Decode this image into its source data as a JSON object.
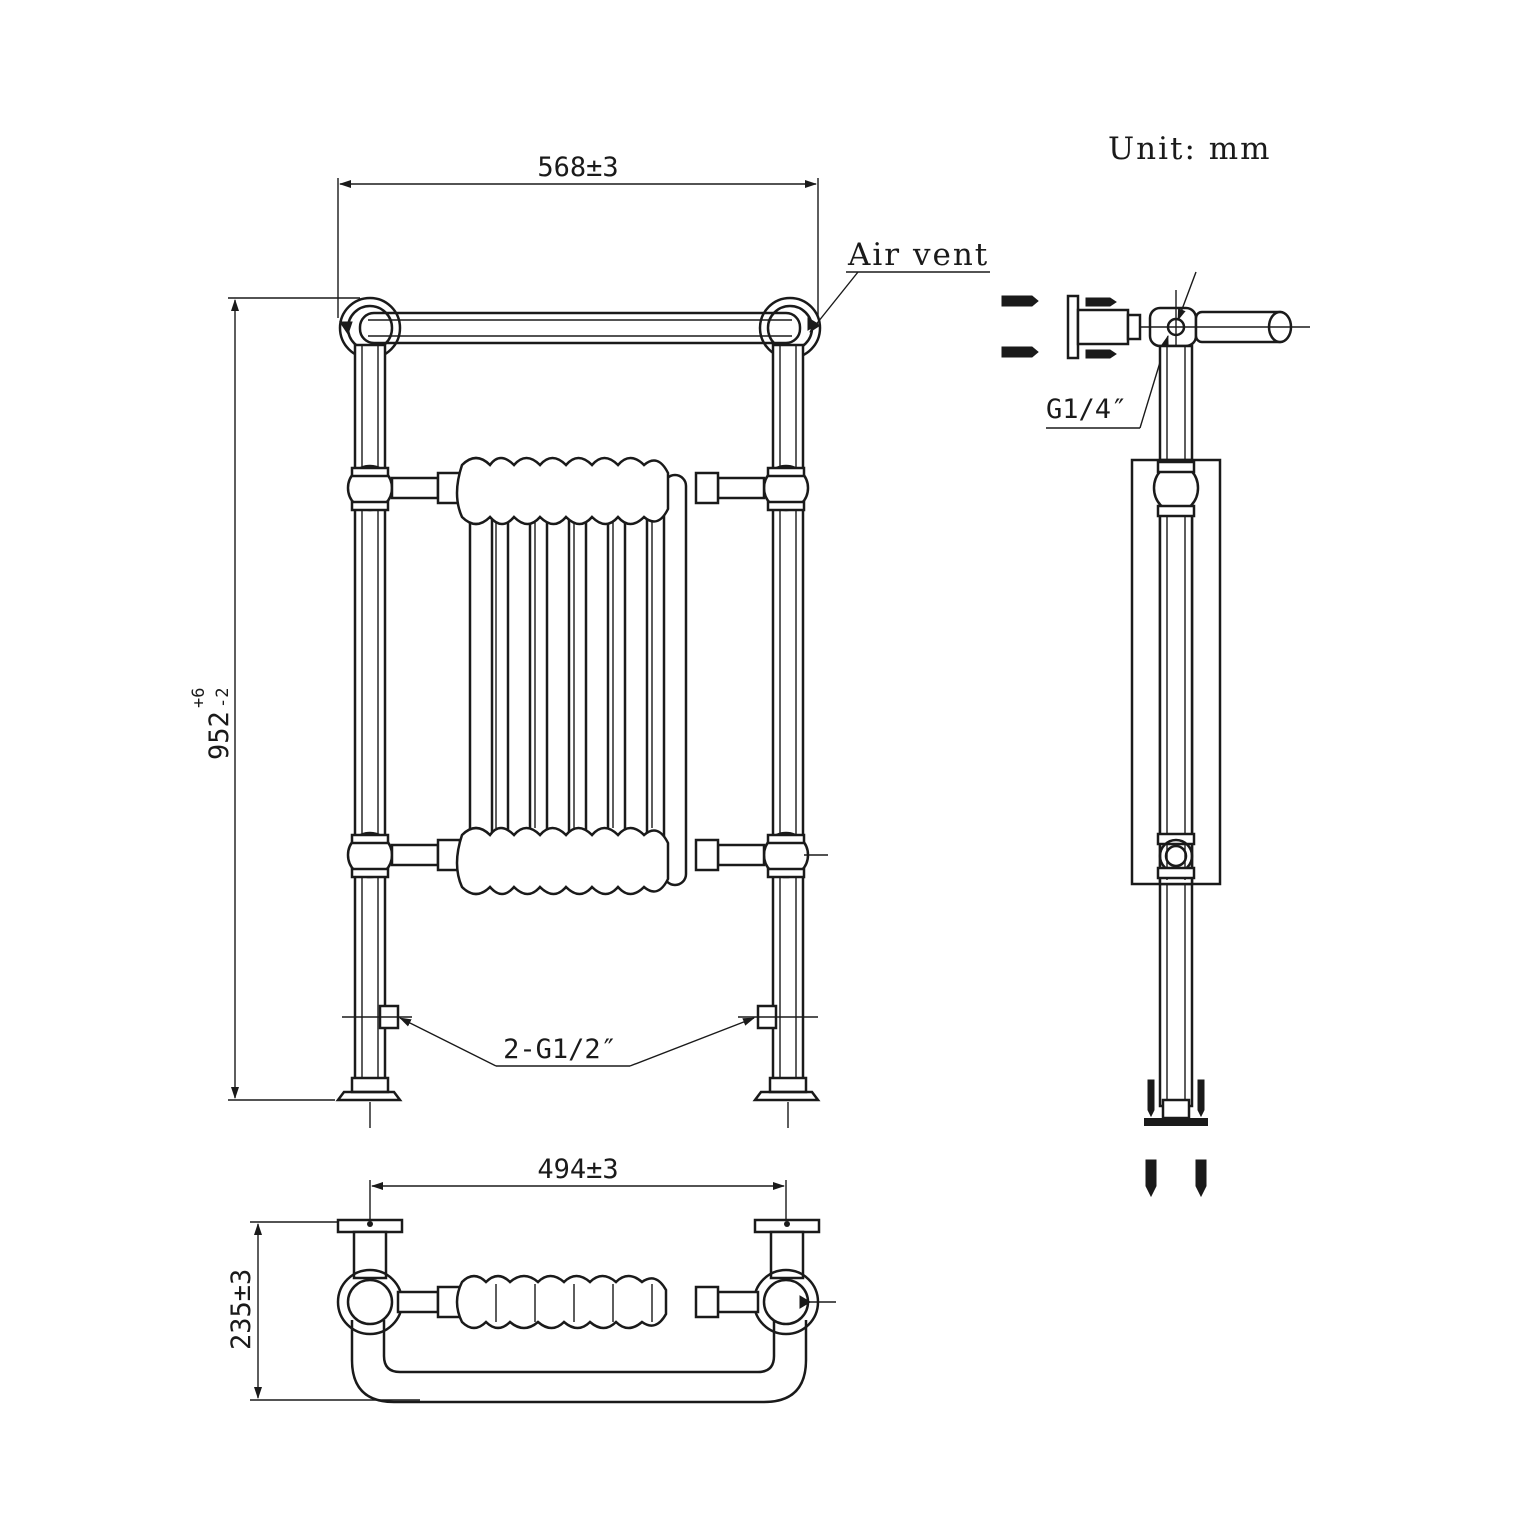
{
  "unit_label": "Unit: mm",
  "front_view": {
    "width_dimension": "568±3",
    "height_dimension": "952",
    "height_tolerance_upper": "+6",
    "height_tolerance_lower": "-2",
    "air_vent_label": "Air vent",
    "inlet_label": "2-G1/2″"
  },
  "side_view": {
    "vent_thread_label": "G1/4″"
  },
  "top_view": {
    "width_dimension": "494±3",
    "depth_dimension": "235±3"
  }
}
